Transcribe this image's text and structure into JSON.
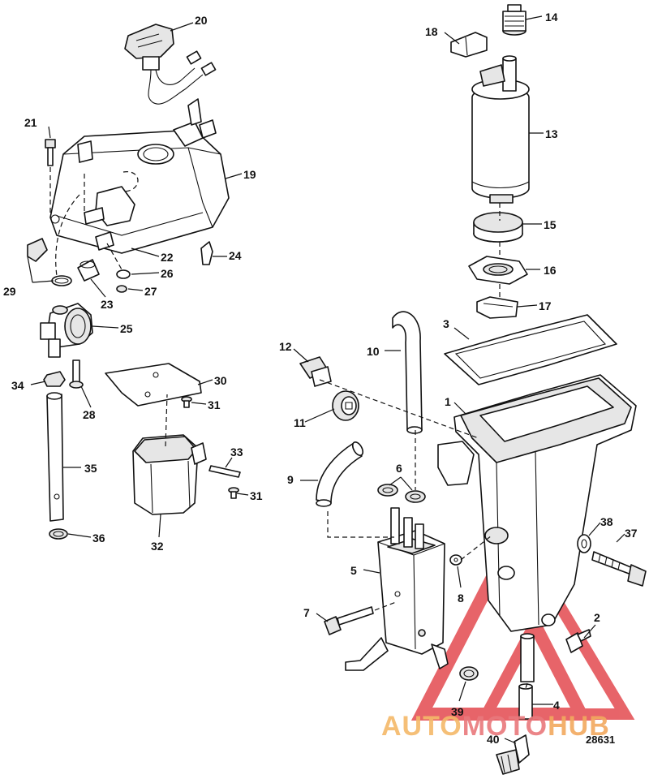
{
  "figure_ref": "28631",
  "watermark": {
    "text": "AUTOMOTOHUB",
    "color_auto": "#f5b969",
    "color_moto": "#e9787c",
    "color_hub": "#f2a95f",
    "triangle_color": "#e34a4f"
  },
  "callouts": [
    {
      "id": "1",
      "text": "1"
    },
    {
      "id": "2",
      "text": "2"
    },
    {
      "id": "3",
      "text": "3"
    },
    {
      "id": "4",
      "text": "4"
    },
    {
      "id": "5",
      "text": "5"
    },
    {
      "id": "6",
      "text": "6"
    },
    {
      "id": "7",
      "text": "7"
    },
    {
      "id": "8",
      "text": "8"
    },
    {
      "id": "9",
      "text": "9"
    },
    {
      "id": "10",
      "text": "10"
    },
    {
      "id": "11",
      "text": "11"
    },
    {
      "id": "12",
      "text": "12"
    },
    {
      "id": "13",
      "text": "13"
    },
    {
      "id": "14",
      "text": "14"
    },
    {
      "id": "15",
      "text": "15"
    },
    {
      "id": "16",
      "text": "16"
    },
    {
      "id": "17",
      "text": "17"
    },
    {
      "id": "18",
      "text": "18"
    },
    {
      "id": "19",
      "text": "19"
    },
    {
      "id": "20",
      "text": "20"
    },
    {
      "id": "21",
      "text": "21"
    },
    {
      "id": "22",
      "text": "22"
    },
    {
      "id": "23",
      "text": "23"
    },
    {
      "id": "24",
      "text": "24"
    },
    {
      "id": "25",
      "text": "25"
    },
    {
      "id": "26",
      "text": "26"
    },
    {
      "id": "27",
      "text": "27"
    },
    {
      "id": "28",
      "text": "28"
    },
    {
      "id": "29",
      "text": "29"
    },
    {
      "id": "30",
      "text": "30"
    },
    {
      "id": "31a",
      "text": "31"
    },
    {
      "id": "31b",
      "text": "31"
    },
    {
      "id": "32",
      "text": "32"
    },
    {
      "id": "33",
      "text": "33"
    },
    {
      "id": "34",
      "text": "34"
    },
    {
      "id": "35",
      "text": "35"
    },
    {
      "id": "36",
      "text": "36"
    },
    {
      "id": "37",
      "text": "37"
    },
    {
      "id": "38",
      "text": "38"
    },
    {
      "id": "39",
      "text": "39"
    },
    {
      "id": "40",
      "text": "40"
    }
  ]
}
